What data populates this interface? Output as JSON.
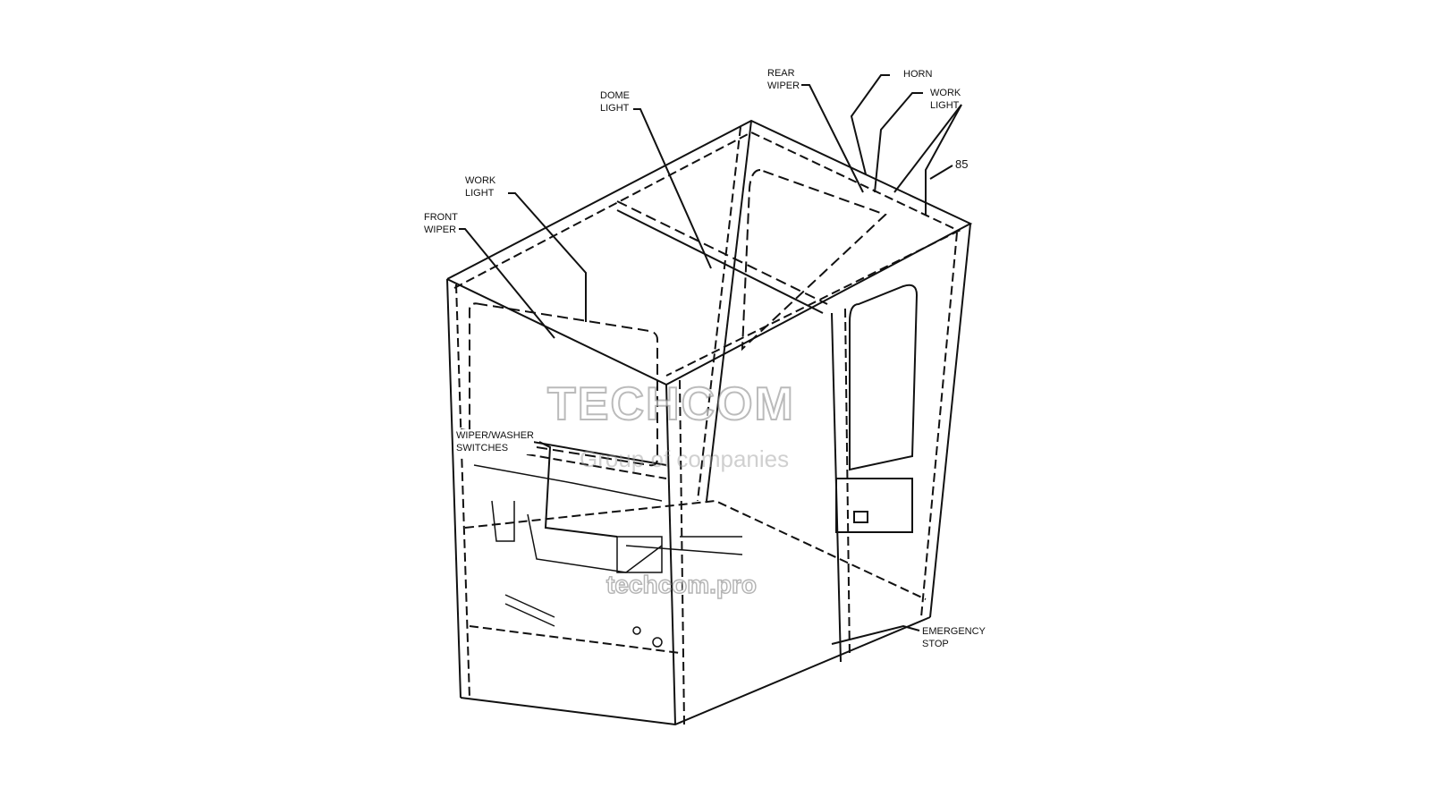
{
  "diagram": {
    "labels": {
      "dome_light": "DOME\nLIGHT",
      "rear_wiper": "REAR\nWIPER",
      "horn": "HORN",
      "work_light_rear": "WORK\nLIGHT",
      "ref_number": "85",
      "work_light_front": "WORK\nLIGHT",
      "front_wiper": "FRONT\nWIPER",
      "wiper_washer_switches": "WIPER/WASHER\nSWITCHES",
      "emergency_stop": "EMERGENCY\nSTOP"
    },
    "watermark": {
      "brand": "TECHCOM",
      "tagline": "Group of companies",
      "url": "techcom.pro"
    }
  }
}
